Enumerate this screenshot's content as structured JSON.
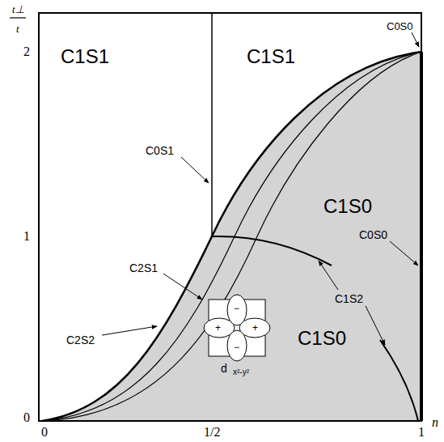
{
  "diagram": {
    "labels": [
      "t⊥",
      "t",
      "2",
      "1",
      "0",
      "0",
      "1/2",
      "1",
      "n",
      "C1S1",
      "C1S1",
      "C0S0",
      "C0S1",
      "C1S0",
      "C0S0",
      "C2S1",
      "C1S2",
      "C2S2",
      "C1S0",
      "d",
      "x²-y²",
      "−",
      "+",
      "+",
      "−"
    ]
  }
}
